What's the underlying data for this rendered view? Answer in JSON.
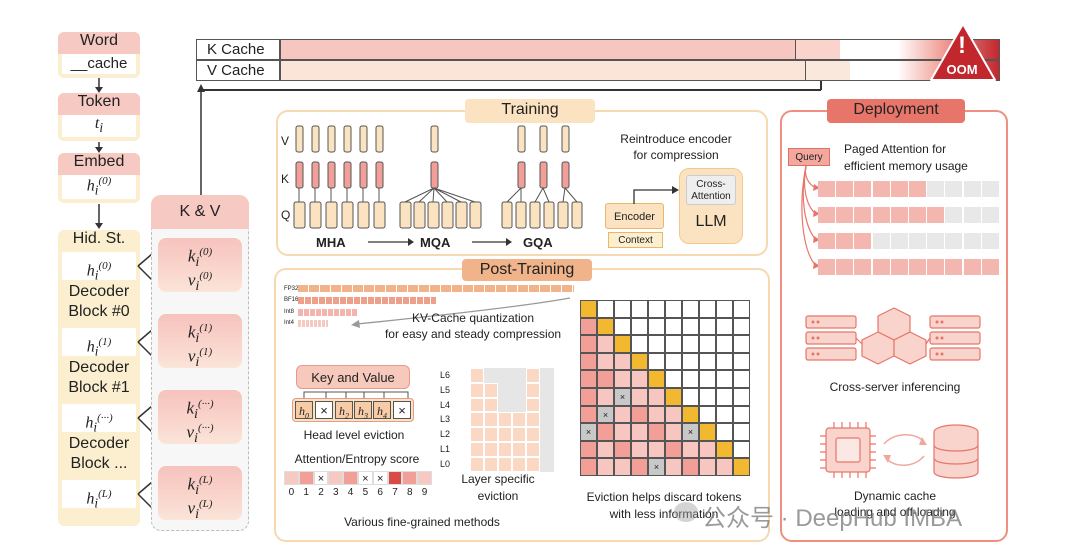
{
  "cache_bars": {
    "k_label": "K Cache",
    "v_label": "V Cache",
    "oom_label": "OOM",
    "alert_glyph": "!"
  },
  "left_pipeline": {
    "word": {
      "title": "Word",
      "value": "__cache"
    },
    "token": {
      "title": "Token",
      "value": "t",
      "sub": "i"
    },
    "embed": {
      "title": "Embed",
      "value": "h",
      "sub": "i",
      "sup": "(0)"
    },
    "hidden_state": {
      "title": "Hid. St.",
      "value": "h",
      "sub": "i",
      "sup": "(0)"
    },
    "blocks": [
      {
        "title_line1": "Decoder",
        "title_line2": "Block #0",
        "sup": "(1)"
      },
      {
        "title_line1": "Decoder",
        "title_line2": "Block #1",
        "sup": "(···)"
      },
      {
        "title_line1": "Decoder",
        "title_line2": "Block ...",
        "sup": "(L)"
      }
    ]
  },
  "kv_column": {
    "title": "K & V",
    "entries": [
      {
        "k": "k",
        "v": "v",
        "sub": "i",
        "sup": "(0)"
      },
      {
        "k": "k",
        "v": "v",
        "sub": "i",
        "sup": "(1)"
      },
      {
        "k": "k",
        "v": "v",
        "sub": "i",
        "sup": "(···)"
      },
      {
        "k": "k",
        "v": "v",
        "sub": "i",
        "sup": "(L)"
      }
    ]
  },
  "training": {
    "title": "Training",
    "row_labels": [
      "V",
      "K",
      "Q"
    ],
    "variants": [
      "MHA",
      "MQA",
      "GQA"
    ],
    "encoder_caption_line1": "Reintroduce encoder",
    "encoder_caption_line2": "for compression",
    "encoder": "Encoder",
    "context": "Context",
    "cross_attention_line1": "Cross-",
    "cross_attention_line2": "Attention",
    "llm": "LLM"
  },
  "post_training": {
    "title": "Post-Training",
    "precisions": [
      "FP32",
      "BF16",
      "Int8",
      "Int4"
    ],
    "quant_caption_line1": "KV-Cache quantization",
    "quant_caption_line2": "for easy and steady compression",
    "key_value": "Key and Value",
    "heads": [
      "h",
      "×",
      "h",
      "h",
      "h",
      "×"
    ],
    "head_subs": [
      "0",
      "",
      "2",
      "3",
      "4",
      ""
    ],
    "head_eviction": "Head level eviction",
    "score_caption": "Attention/Entropy score",
    "score_marks": [
      "",
      "",
      "×",
      "",
      "",
      "×",
      "×",
      "",
      "",
      ""
    ],
    "score_indices": [
      "0",
      "1",
      "2",
      "3",
      "4",
      "5",
      "6",
      "7",
      "8",
      "9"
    ],
    "layers": [
      "L6",
      "L5",
      "L4",
      "L3",
      "L2",
      "L1",
      "L0"
    ],
    "layer_caption_line1": "Layer specific",
    "layer_caption_line2": "eviction",
    "eviction_caption_line1": "Eviction helps discard tokens",
    "eviction_caption_line2": "with less information",
    "methods_caption": "Various fine-grained methods"
  },
  "deployment": {
    "title": "Deployment",
    "query": "Query",
    "paged_caption_line1": "Paged Attention for",
    "paged_caption_line2": "efficient memory usage",
    "cross_server": "Cross-server inferencing",
    "dynamic_line1": "Dynamic cache",
    "dynamic_line2": "loading and off-loading"
  },
  "watermark": "公众号 · DeepHub IMBA",
  "colors": {
    "pink": "#f4b2ac",
    "red": "#d94b45",
    "dark_red": "#c1272d",
    "orange_panel": "#f6d9b0",
    "yellow": "#fbefd0",
    "gold": "#f2b830",
    "deploy_border": "#ee8f80"
  }
}
